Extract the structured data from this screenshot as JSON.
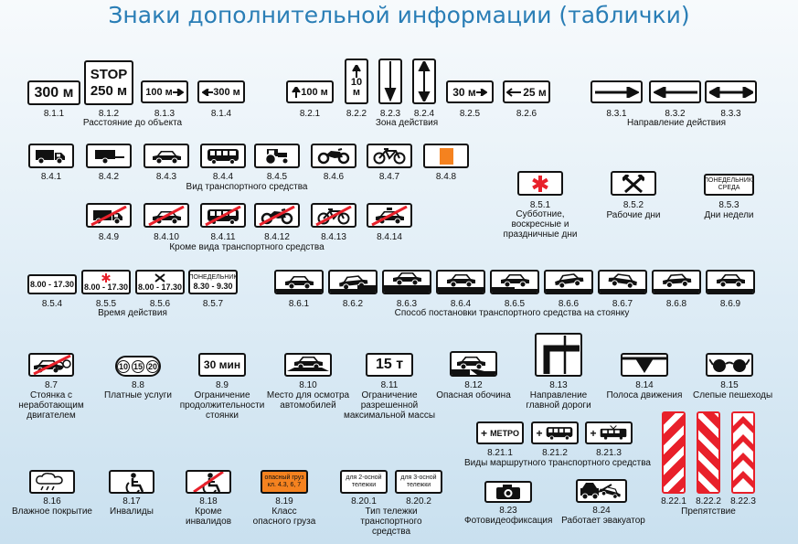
{
  "title": "Знаки дополнительной информации (таблички)",
  "signs": {
    "s811": {
      "num": "8.1.1",
      "text": "300 м"
    },
    "s812": {
      "num": "8.1.2",
      "line1": "STOP",
      "line2": "250 м"
    },
    "s813": {
      "num": "8.1.3",
      "text": "100 м"
    },
    "s814": {
      "num": "8.1.4",
      "text": "300 м"
    },
    "s821": {
      "num": "8.2.1",
      "text": "100 м"
    },
    "s822": {
      "num": "8.2.2",
      "text": "10 м"
    },
    "s823": {
      "num": "8.2.3"
    },
    "s824": {
      "num": "8.2.4"
    },
    "s825": {
      "num": "8.2.5",
      "text": "30 м"
    },
    "s826": {
      "num": "8.2.6",
      "text": "25 м"
    },
    "s831": {
      "num": "8.3.1"
    },
    "s832": {
      "num": "8.3.2"
    },
    "s833": {
      "num": "8.3.3"
    },
    "s841": {
      "num": "8.4.1"
    },
    "s842": {
      "num": "8.4.2"
    },
    "s843": {
      "num": "8.4.3"
    },
    "s844": {
      "num": "8.4.4"
    },
    "s845": {
      "num": "8.4.5"
    },
    "s846": {
      "num": "8.4.6"
    },
    "s847": {
      "num": "8.4.7"
    },
    "s848": {
      "num": "8.4.8"
    },
    "s849": {
      "num": "8.4.9"
    },
    "s8410": {
      "num": "8.4.10"
    },
    "s8411": {
      "num": "8.4.11"
    },
    "s8412": {
      "num": "8.4.12"
    },
    "s8413": {
      "num": "8.4.13"
    },
    "s8414": {
      "num": "8.4.14"
    },
    "s851": {
      "num": "8.5.1"
    },
    "s852": {
      "num": "8.5.2"
    },
    "s853": {
      "num": "8.5.3",
      "line1": "ПОНЕДЕЛЬНИК-",
      "line2": "СРЕДА"
    },
    "s854": {
      "num": "8.5.4",
      "text": "8.00 - 17.30"
    },
    "s855": {
      "num": "8.5.5",
      "text": "8.00 - 17.30"
    },
    "s856": {
      "num": "8.5.6",
      "text": "8.00 - 17.30"
    },
    "s857": {
      "num": "8.5.7",
      "line1": "ПОНЕДЕЛЬНИК",
      "line2": "8.30 - 9.30"
    },
    "s861": {
      "num": "8.6.1"
    },
    "s862": {
      "num": "8.6.2"
    },
    "s863": {
      "num": "8.6.3"
    },
    "s864": {
      "num": "8.6.4"
    },
    "s865": {
      "num": "8.6.5"
    },
    "s866": {
      "num": "8.6.6"
    },
    "s867": {
      "num": "8.6.7"
    },
    "s868": {
      "num": "8.6.8"
    },
    "s869": {
      "num": "8.6.9"
    },
    "s87": {
      "num": "8.7"
    },
    "s88": {
      "num": "8.8",
      "values": [
        "10",
        "15",
        "20"
      ]
    },
    "s89": {
      "num": "8.9",
      "text": "30 мин"
    },
    "s810": {
      "num": "8.10"
    },
    "s811t": {
      "num": "8.11",
      "text": "15 т"
    },
    "s812o": {
      "num": "8.12"
    },
    "s813g": {
      "num": "8.13"
    },
    "s814p": {
      "num": "8.14"
    },
    "s815": {
      "num": "8.15"
    },
    "s8211": {
      "num": "8.21.1",
      "text": "МЕТРО"
    },
    "s8212": {
      "num": "8.21.2"
    },
    "s8213": {
      "num": "8.21.3"
    },
    "s8221": {
      "num": "8.22.1"
    },
    "s8222": {
      "num": "8.22.2"
    },
    "s8223": {
      "num": "8.22.3"
    },
    "s816": {
      "num": "8.16"
    },
    "s817": {
      "num": "8.17"
    },
    "s818": {
      "num": "8.18"
    },
    "s819": {
      "num": "8.19",
      "line1": "опасный груз",
      "line2": "кл. 4.3, 6, 7"
    },
    "s8201": {
      "num": "8.20.1",
      "line1": "для 2-осной",
      "line2": "тележки"
    },
    "s8202": {
      "num": "8.20.2",
      "line1": "для 3-осной",
      "line2": "тележки"
    },
    "s823f": {
      "num": "8.23"
    },
    "s824e": {
      "num": "8.24"
    }
  },
  "descriptions": {
    "d81": "Расстояние до объекта",
    "d82": "Зона действия",
    "d83": "Направление действия",
    "d84": "Вид транспортного средства",
    "d84b": "Кроме вида транспортного средства",
    "d851": "Субботние, воскресные и праздничные дни",
    "d852": "Рабочие дни",
    "d853": "Дни недели",
    "d85t": "Время действия",
    "d86": "Способ постановки транспортного средства на стоянку",
    "d87": "Стоянка с неработающим двигателем",
    "d88": "Платные услуги",
    "d89": "Ограничение продолжительности стоянки",
    "d810": "Место для осмотра автомобилей",
    "d811": "Ограничение разрешенной максимальной массы",
    "d812": "Опасная обочина",
    "d813": "Направление главной дороги",
    "d814": "Полоса движения",
    "d815": "Слепые пешеходы",
    "d821": "Виды маршрутного транспортного средства",
    "d822": "Препятствие",
    "d816": "Влажное покрытие",
    "d817": "Инвалиды",
    "d818": "Кроме инвалидов",
    "d819": "Класс опасного груза",
    "d820": "Тип тележки транспортного средства",
    "d823": "Фотовидеофиксация",
    "d824": "Работает эвакуатор"
  },
  "colors": {
    "title": "#2a7eb6",
    "danger_red": "#e8202a",
    "orange": "#f5821f",
    "border": "#111111"
  }
}
